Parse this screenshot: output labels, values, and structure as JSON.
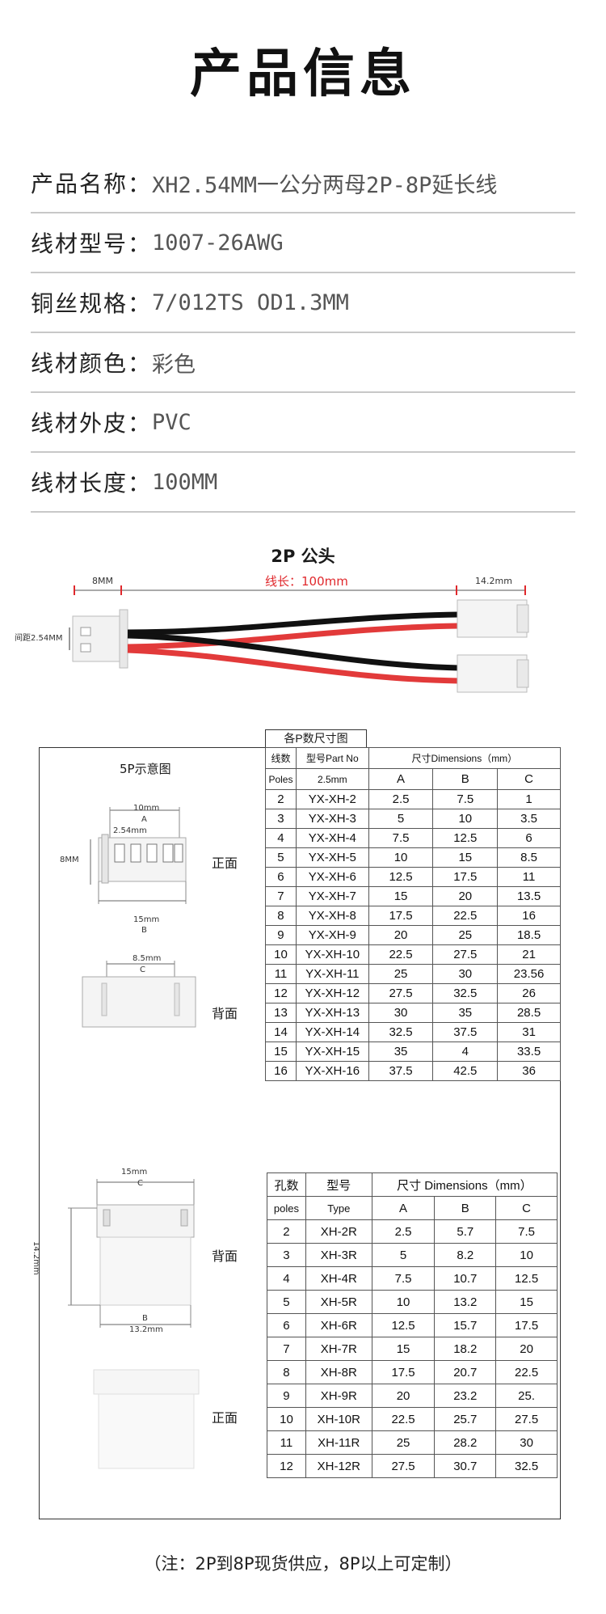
{
  "title": "产品信息",
  "info": [
    {
      "label": "产品名称：",
      "value": "XH2.54MM一公分两母2P-8P延长线"
    },
    {
      "label": "线材型号：",
      "value": "1007-26AWG"
    },
    {
      "label": "铜丝规格：",
      "value": "7/012TS OD1.3MM"
    },
    {
      "label": "线材颜色：",
      "value": "彩色"
    },
    {
      "label": "线材外皮：",
      "value": "PVC"
    },
    {
      "label": "线材长度：",
      "value": "100MM"
    }
  ],
  "cable": {
    "title": "2P 公头",
    "length_label": "线长：100mm",
    "left_dim": "8MM",
    "right_dim": "14.2mm",
    "pitch_label": "间距2.54MM"
  },
  "diagram": {
    "heading": "5P示意图",
    "front_label": "正面",
    "back_label": "背面",
    "dim_a": "10mm",
    "letter_a": "A",
    "dim_pitch": "2.54mm",
    "dim_height": "8MM",
    "dim_b": "15mm",
    "letter_b": "B",
    "dim_c": "8.5mm",
    "letter_c": "C",
    "female_back_label": "背面",
    "female_front_label": "正面",
    "female_c": "15mm",
    "female_c_letter": "C",
    "female_h": "14.2mm",
    "female_b_letter": "B",
    "female_b": "13.2mm"
  },
  "table1": {
    "caption": "各P数尺寸图",
    "h1": [
      "线数",
      "型号Part No",
      "尺寸Dimensions（mm）"
    ],
    "h2": [
      "Poles",
      "2.5mm",
      "A",
      "B",
      "C"
    ],
    "rows": [
      [
        "2",
        "YX-XH-2",
        "2.5",
        "7.5",
        "1"
      ],
      [
        "3",
        "YX-XH-3",
        "5",
        "10",
        "3.5"
      ],
      [
        "4",
        "YX-XH-4",
        "7.5",
        "12.5",
        "6"
      ],
      [
        "5",
        "YX-XH-5",
        "10",
        "15",
        "8.5"
      ],
      [
        "6",
        "YX-XH-6",
        "12.5",
        "17.5",
        "11"
      ],
      [
        "7",
        "YX-XH-7",
        "15",
        "20",
        "13.5"
      ],
      [
        "8",
        "YX-XH-8",
        "17.5",
        "22.5",
        "16"
      ],
      [
        "9",
        "YX-XH-9",
        "20",
        "25",
        "18.5"
      ],
      [
        "10",
        "YX-XH-10",
        "22.5",
        "27.5",
        "21"
      ],
      [
        "11",
        "YX-XH-11",
        "25",
        "30",
        "23.56"
      ],
      [
        "12",
        "YX-XH-12",
        "27.5",
        "32.5",
        "26"
      ],
      [
        "13",
        "YX-XH-13",
        "30",
        "35",
        "28.5"
      ],
      [
        "14",
        "YX-XH-14",
        "32.5",
        "37.5",
        "31"
      ],
      [
        "15",
        "YX-XH-15",
        "35",
        "4",
        "33.5"
      ],
      [
        "16",
        "YX-XH-16",
        "37.5",
        "42.5",
        "36"
      ]
    ]
  },
  "table2": {
    "h1": [
      "孔数",
      "型号",
      "尺寸 Dimensions（mm）"
    ],
    "h2": [
      "poles",
      "Type",
      "A",
      "B",
      "C"
    ],
    "rows": [
      [
        "2",
        "XH-2R",
        "2.5",
        "5.7",
        "7.5"
      ],
      [
        "3",
        "XH-3R",
        "5",
        "8.2",
        "10"
      ],
      [
        "4",
        "XH-4R",
        "7.5",
        "10.7",
        "12.5"
      ],
      [
        "5",
        "XH-5R",
        "10",
        "13.2",
        "15"
      ],
      [
        "6",
        "XH-6R",
        "12.5",
        "15.7",
        "17.5"
      ],
      [
        "7",
        "XH-7R",
        "15",
        "18.2",
        "20"
      ],
      [
        "8",
        "XH-8R",
        "17.5",
        "20.7",
        "22.5"
      ],
      [
        "9",
        "XH-9R",
        "20",
        "23.2",
        "25."
      ],
      [
        "10",
        "XH-10R",
        "22.5",
        "25.7",
        "27.5"
      ],
      [
        "11",
        "XH-11R",
        "25",
        "28.2",
        "30"
      ],
      [
        "12",
        "XH-12R",
        "27.5",
        "30.7",
        "32.5"
      ]
    ]
  },
  "footnote": "（注：2P到8P现货供应，8P以上可定制）"
}
